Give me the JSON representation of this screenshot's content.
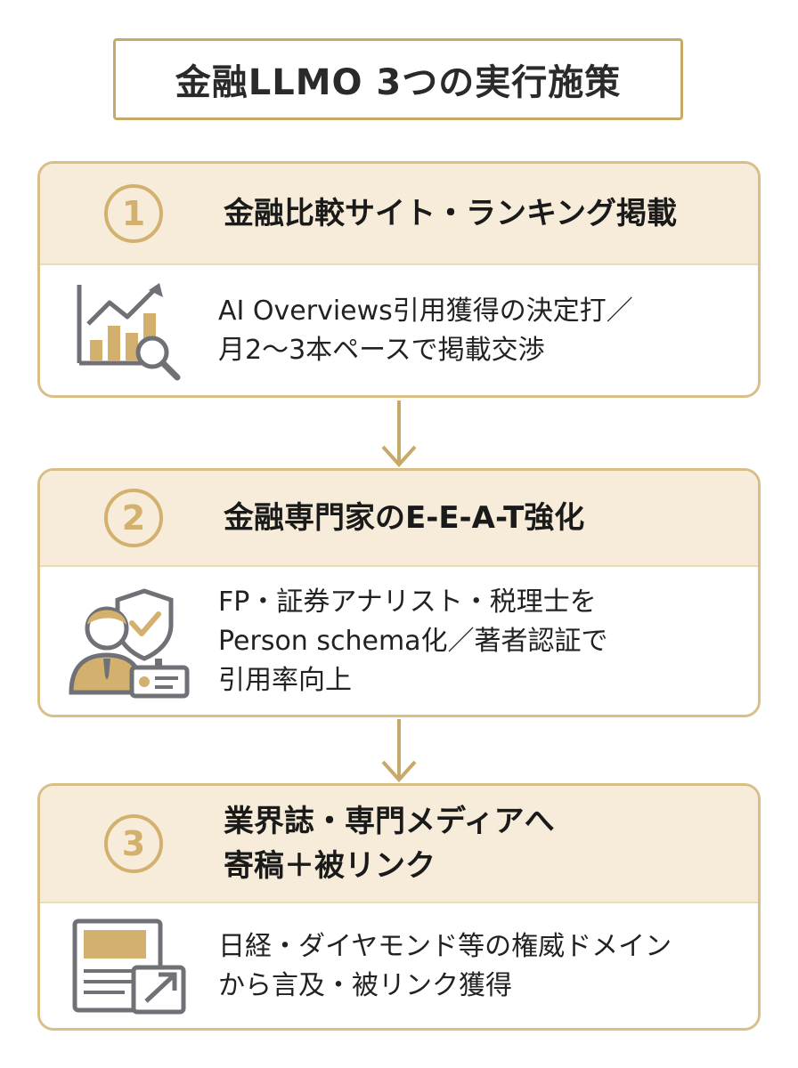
{
  "title": "金融LLMO 3つの実行施策",
  "steps": [
    {
      "number": "1",
      "heading": [
        "金融比較サイト・ランキング掲載"
      ],
      "body": [
        "AI Overviews引用獲得の決定打／",
        "月2〜3本ペースで掲載交渉"
      ],
      "icon": "chart-magnifier-icon"
    },
    {
      "number": "2",
      "heading": [
        "金融専門家のE-E-A-T強化"
      ],
      "body": [
        "FP・証券アナリスト・税理士を",
        "Person schema化／著者認証で",
        "引用率向上"
      ],
      "icon": "expert-shield-icon"
    },
    {
      "number": "3",
      "heading": [
        "業界誌・専門メディアへ",
        "寄稿＋被リンク"
      ],
      "body": [
        "日経・ダイヤモンド等の権威ドメイン",
        "から言及・被リンク獲得"
      ],
      "icon": "newspaper-link-icon"
    }
  ],
  "colors": {
    "accent": "#d4b06e",
    "border": "#d9be87",
    "header_bg": "#f6ecd9",
    "icon_gray": "#6f7177"
  }
}
